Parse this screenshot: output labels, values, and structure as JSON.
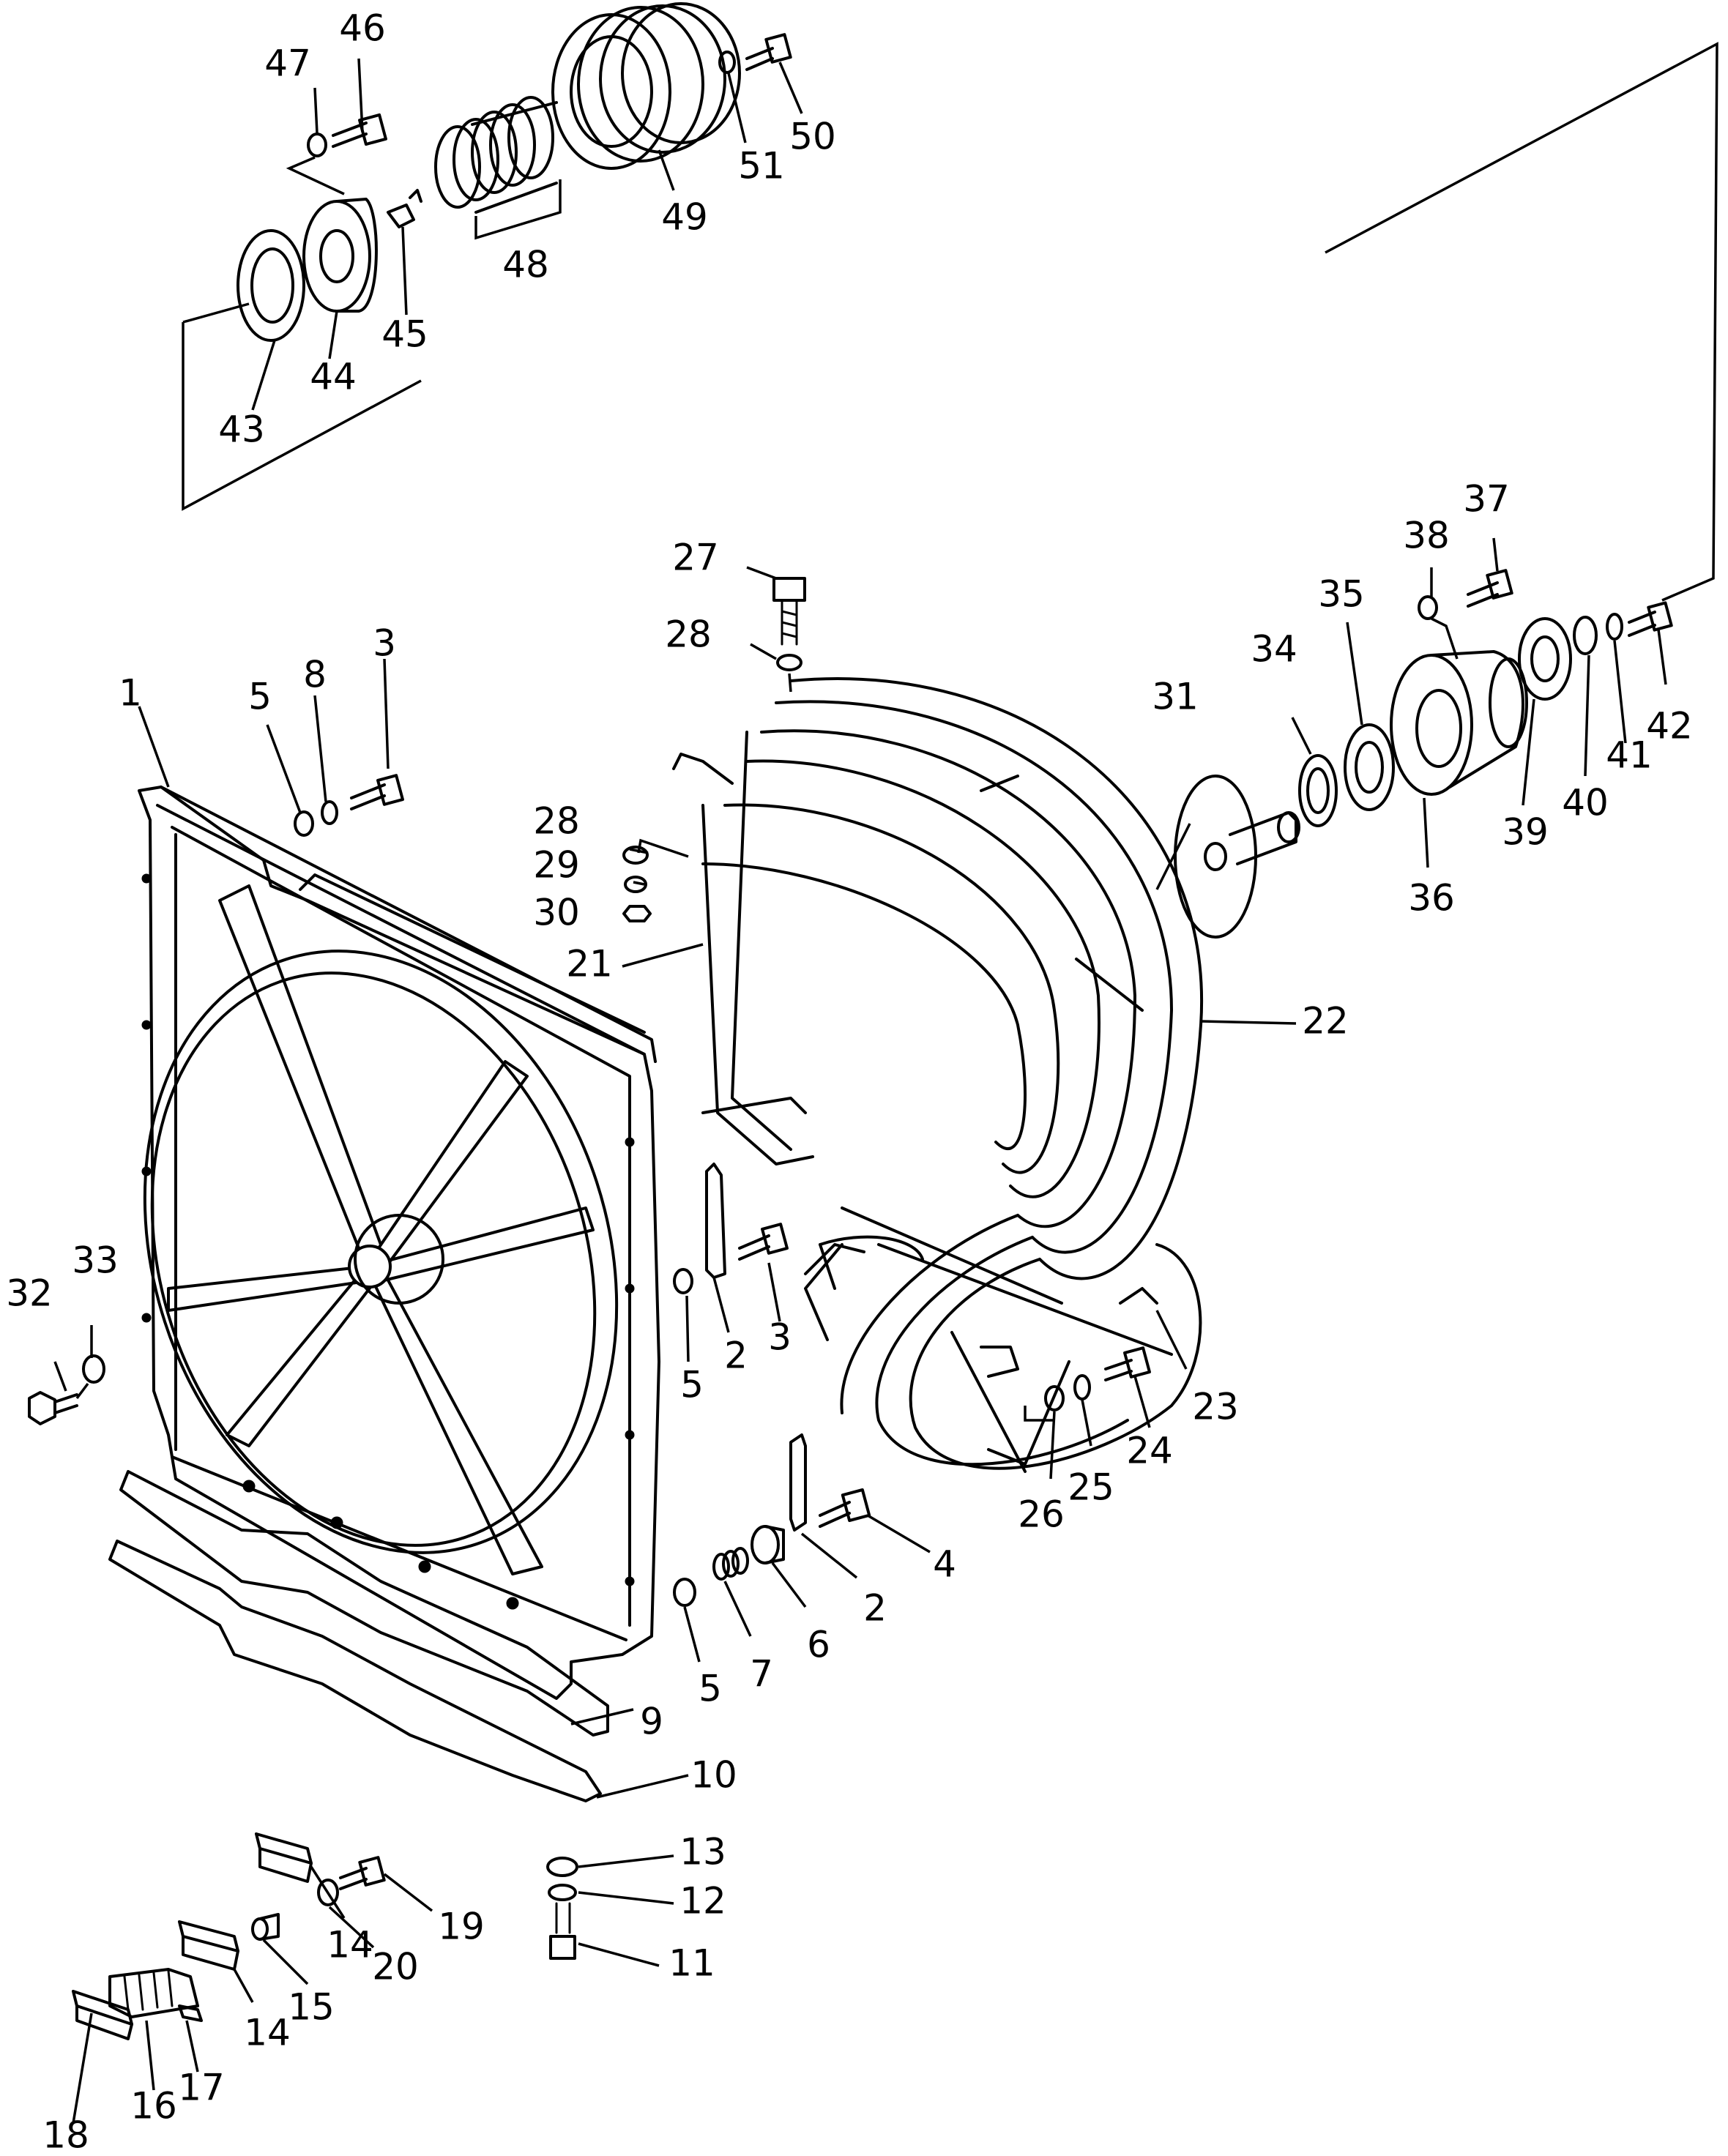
{
  "labels": {
    "p1": "1",
    "p2a": "2",
    "p2b": "2",
    "p3a": "3",
    "p3b": "3",
    "p4": "4",
    "p5a": "5",
    "p5b": "5",
    "p5c": "5",
    "p6": "6",
    "p7": "7",
    "p8": "8",
    "p9": "9",
    "p10": "10",
    "p11": "11",
    "p12": "12",
    "p13": "13",
    "p14a": "14",
    "p14b": "14",
    "p15": "15",
    "p16": "16",
    "p17": "17",
    "p18": "18",
    "p19": "19",
    "p20": "20",
    "p21": "21",
    "p22": "22",
    "p23": "23",
    "p24": "24",
    "p25": "25",
    "p26": "26",
    "p27": "27",
    "p28a": "28",
    "p28b": "28",
    "p29": "29",
    "p30": "30",
    "p31": "31",
    "p32": "32",
    "p33": "33",
    "p34": "34",
    "p35": "35",
    "p36": "36",
    "p37": "37",
    "p38": "38",
    "p39": "39",
    "p40": "40",
    "p41": "41",
    "p42": "42",
    "p43": "43",
    "p44": "44",
    "p45": "45",
    "p46": "46",
    "p47": "47",
    "p48": "48",
    "p49": "49",
    "p50": "50",
    "p51": "51"
  }
}
